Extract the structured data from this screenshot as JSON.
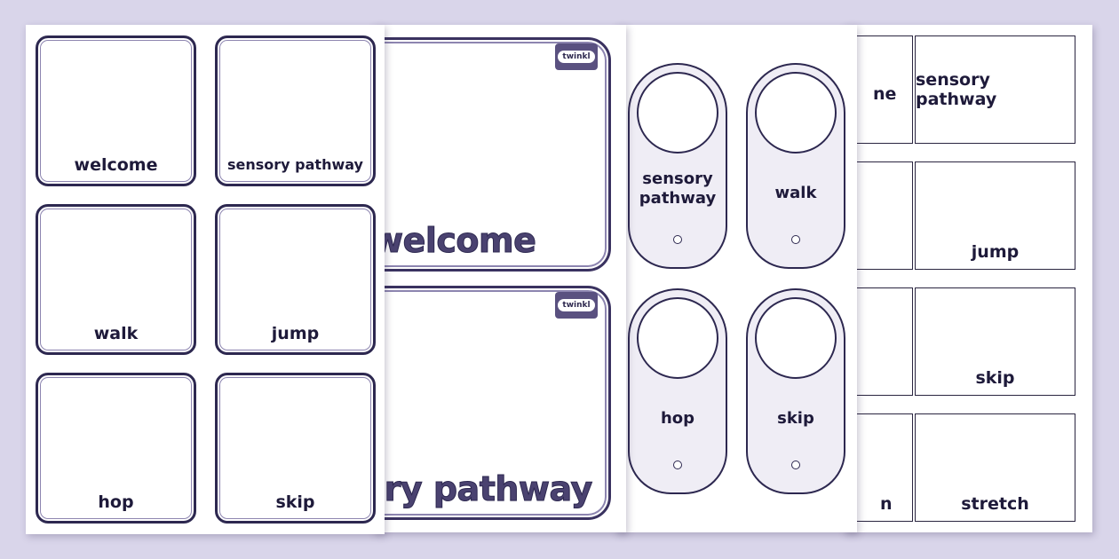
{
  "sheet4": {
    "left_fragments": [
      "ne",
      "",
      "",
      "n"
    ],
    "labels": [
      "sensory pathway",
      "jump",
      "skip",
      "stretch"
    ]
  },
  "sheet3": {
    "tags": [
      "sensory pathway",
      "walk",
      "hop",
      "skip"
    ]
  },
  "sheet2": {
    "logo": "twinkl",
    "poster_top": "welcome",
    "poster_bottom": "ory pathway"
  },
  "sheet1": {
    "cards": [
      "welcome",
      "sensory pathway",
      "walk",
      "jump",
      "hop",
      "skip"
    ]
  },
  "colors": {
    "background": "#d9d5ea",
    "outline": "#2d2850",
    "text": "#1e1a3a",
    "tag_fill": "#efedf5",
    "logo_fill": "#5a5180"
  }
}
